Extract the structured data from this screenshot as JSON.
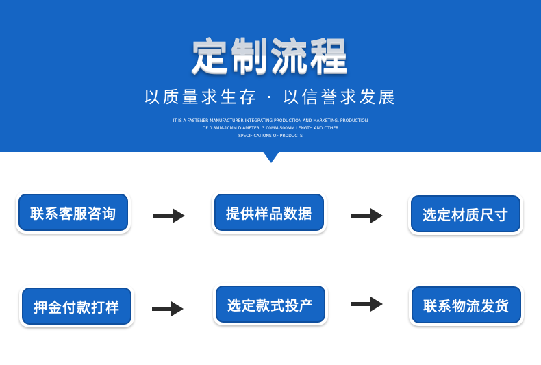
{
  "banner": {
    "title": "定制流程",
    "subtitle": "以质量求生存 · 以信誉求发展",
    "english_line1": "It is a fastener manufacturer integrating production and marketing. Production",
    "english_line2": "of 0.8mm-10mm diameter, 3.00mm-500mm length and other",
    "english_line3": "specifications of products",
    "color": "#1565c4"
  },
  "steps": [
    {
      "label": "联系客服咨询"
    },
    {
      "label": "提供样品数据"
    },
    {
      "label": "选定材质尺寸"
    },
    {
      "label": "押金付款打样"
    },
    {
      "label": "选定款式投产"
    },
    {
      "label": "联系物流发货"
    }
  ],
  "arrows": {
    "icon": "arrow-right-icon",
    "color": "#2b2b2b"
  }
}
